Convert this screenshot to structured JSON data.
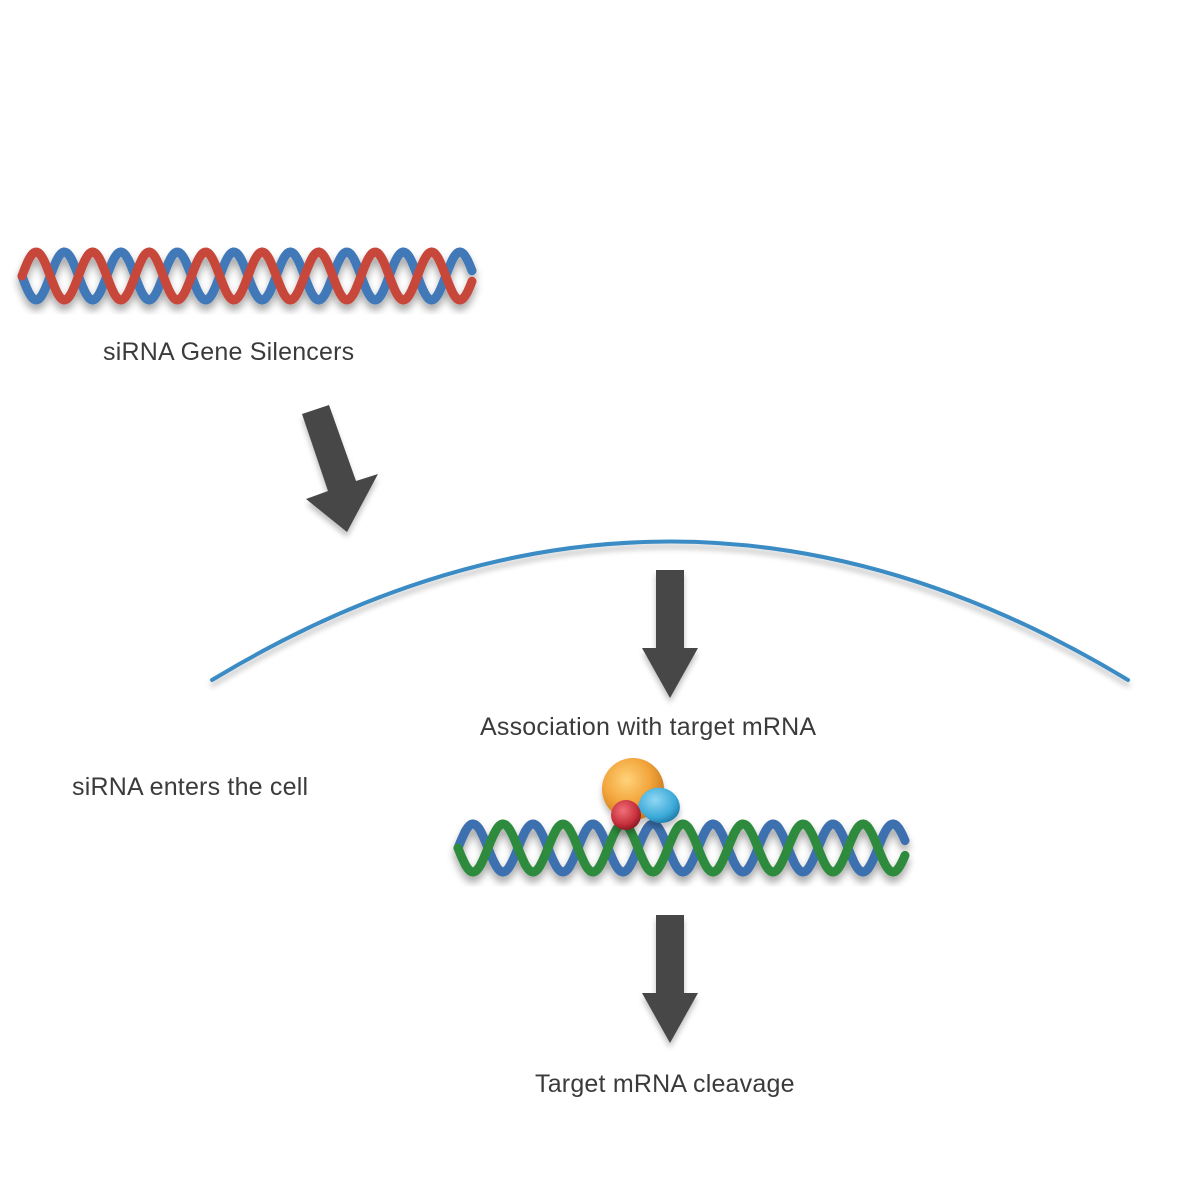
{
  "labels": {
    "sirna_gene_silencers": "siRNA Gene Silencers",
    "sirna_enters_cell": "siRNA enters the cell",
    "association_target_mrna": "Association with target mRNA",
    "target_mrna_cleavage": "Target mRNA cleavage"
  },
  "colors": {
    "sirna_strand_a": "#c8473a",
    "sirna_strand_b": "#3f78b8",
    "mrna_strand_green": "#2e8b3c",
    "mrna_strand_blue": "#3e6fae",
    "membrane": "#3a8bc4",
    "arrow": "#464646",
    "protein_orange": "#f2a43a",
    "protein_red": "#c8313c",
    "protein_cyan": "#3ba9d8"
  },
  "icons": [
    "double-helix-icon",
    "arrow-icon",
    "cell-membrane",
    "protein-complex-icon"
  ]
}
